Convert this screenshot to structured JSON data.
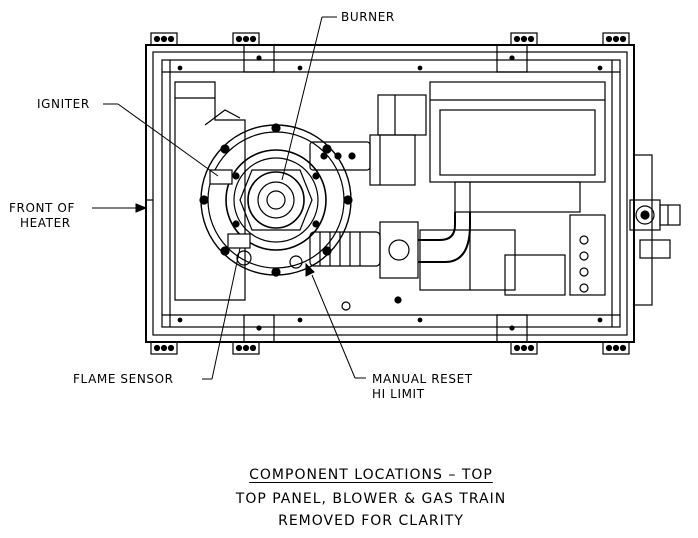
{
  "labels": {
    "burner": "BURNER",
    "igniter": "IGNITER",
    "front_line1": "FRONT OF",
    "front_line2": "HEATER",
    "flame_sensor": "FLAME SENSOR",
    "manual_reset_line1": "MANUAL RESET",
    "manual_reset_line2": "HI LIMIT"
  },
  "caption": {
    "title": "COMPONENT LOCATIONS – TOP",
    "line2": "TOP PANEL, BLOWER & GAS TRAIN",
    "line3": "REMOVED FOR CLARITY"
  },
  "colors": {
    "line": "#000000",
    "background": "#ffffff"
  }
}
